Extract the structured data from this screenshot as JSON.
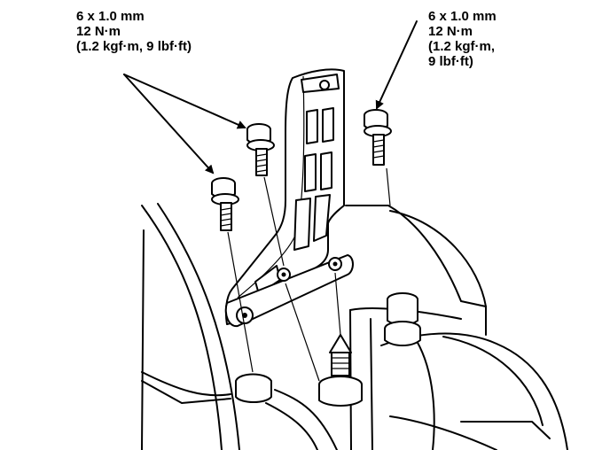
{
  "callouts": {
    "left": {
      "line1": "6 x 1.0 mm",
      "line2": "12 N·m",
      "line3": "(1.2 kgf·m, 9 lbf·ft)"
    },
    "right": {
      "line1": "6 x 1.0 mm",
      "line2": "12 N·m",
      "line3": "(1.2 kgf·m,",
      "line4": "9 lbf·ft)"
    }
  },
  "colors": {
    "ink": "#000000",
    "paper": "#ffffff"
  },
  "icons": [
    "bolt-icon",
    "stud-icon",
    "bracket-icon",
    "leader-arrow-icon"
  ]
}
